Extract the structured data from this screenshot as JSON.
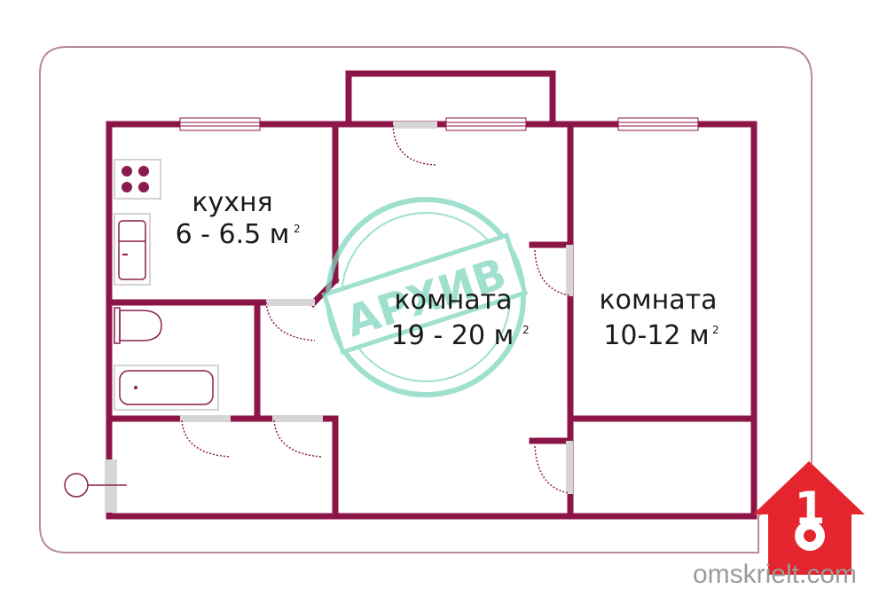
{
  "colors": {
    "wall": "#8c1547",
    "outline": "#b98aa2",
    "fixture": "#8a1d4d",
    "window": "#ffffff",
    "door": "#d6d6d6",
    "stamp": "#7fd6bf",
    "logo": "#e4252d",
    "site": "#9a9a9a"
  },
  "rooms": {
    "kitchen": {
      "name": "кухня",
      "area": "6 - 6.5 м",
      "unit_sup": "2"
    },
    "room_main": {
      "name": "комната",
      "area": "19 - 20 м",
      "unit_sup": "2"
    },
    "room_side": {
      "name": "комната",
      "area": "10-12 м",
      "unit_sup": "2"
    }
  },
  "stamp": {
    "text": "АРХИВ"
  },
  "logo": {
    "number": "1"
  },
  "footer": {
    "site": "omskrielt.com"
  },
  "icons": [
    "stove-icon",
    "sink-icon",
    "toilet-icon",
    "bathtub-icon",
    "riser-icon",
    "door-icon",
    "window-icon",
    "key-icon"
  ]
}
